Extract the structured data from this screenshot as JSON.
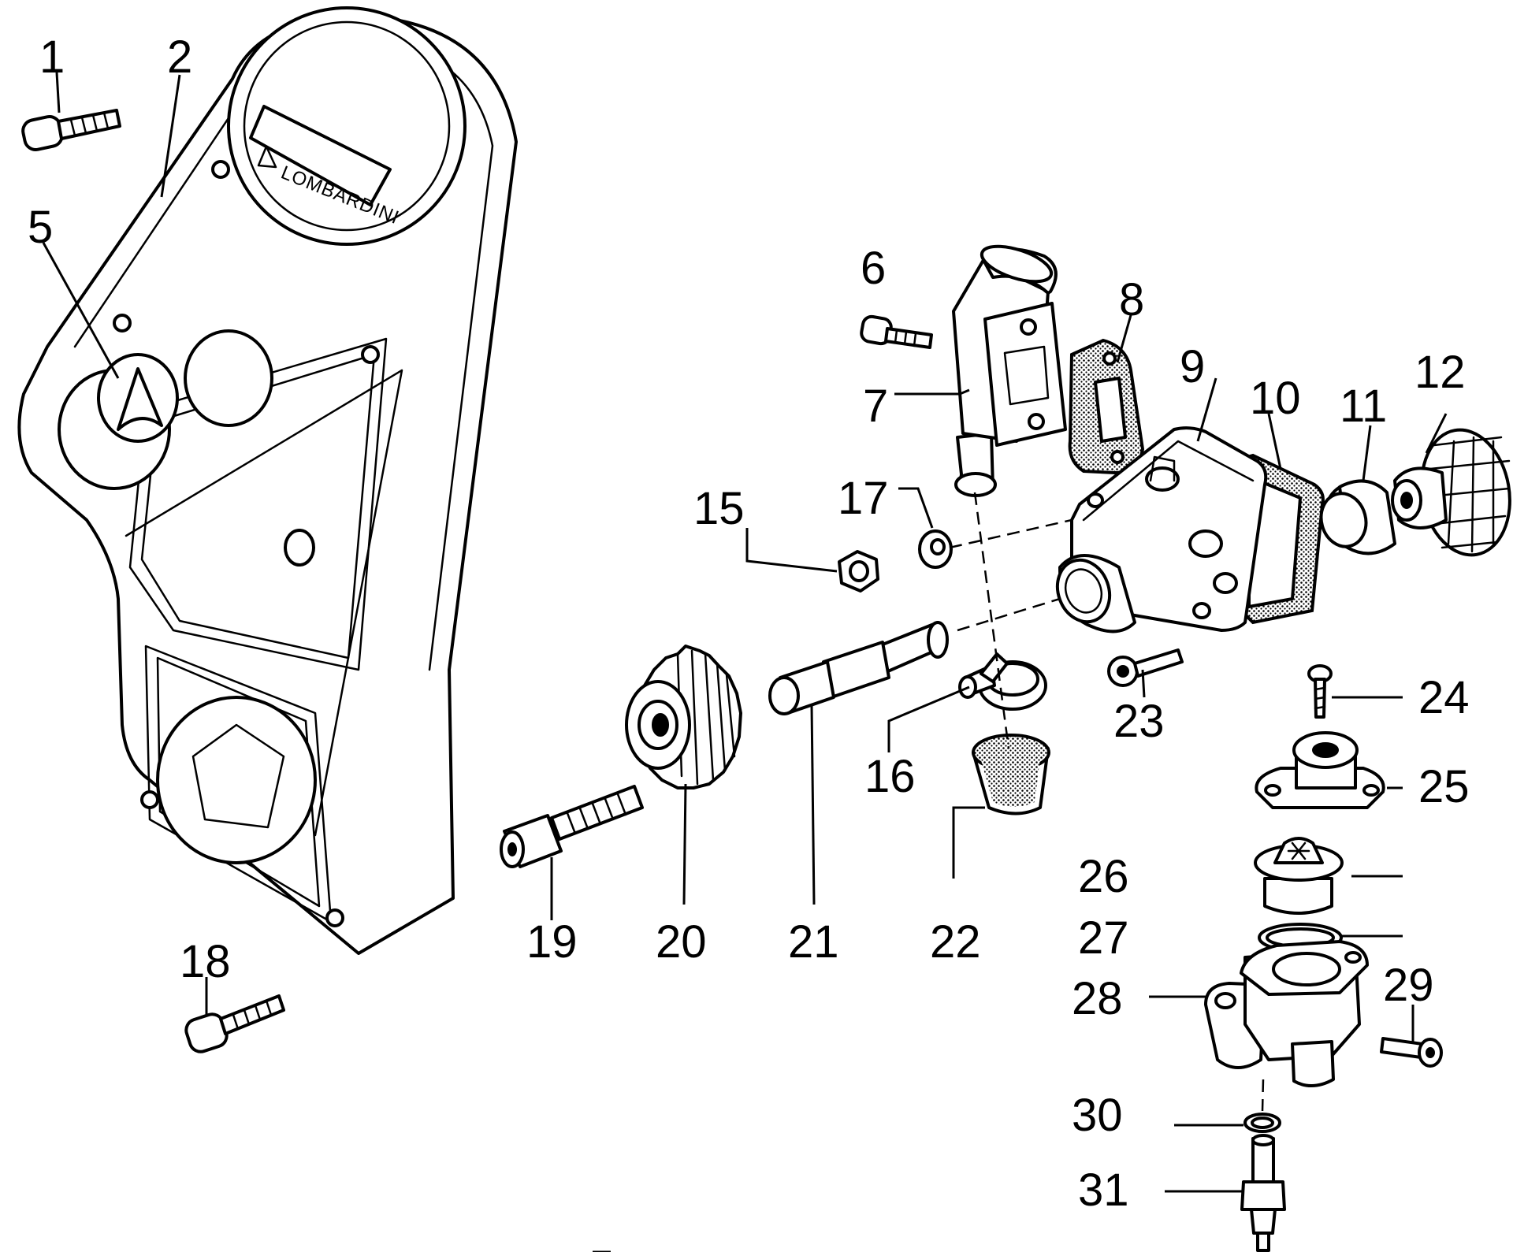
{
  "logo": {
    "text": "LOMBARDINI"
  },
  "callouts": [
    "1",
    "2",
    "5",
    "6",
    "7",
    "8",
    "9",
    "10",
    "11",
    "12",
    "15",
    "16",
    "17",
    "18",
    "19",
    "20",
    "21",
    "22",
    "23",
    "24",
    "25",
    "26",
    "27",
    "28",
    "29",
    "30",
    "31"
  ]
}
